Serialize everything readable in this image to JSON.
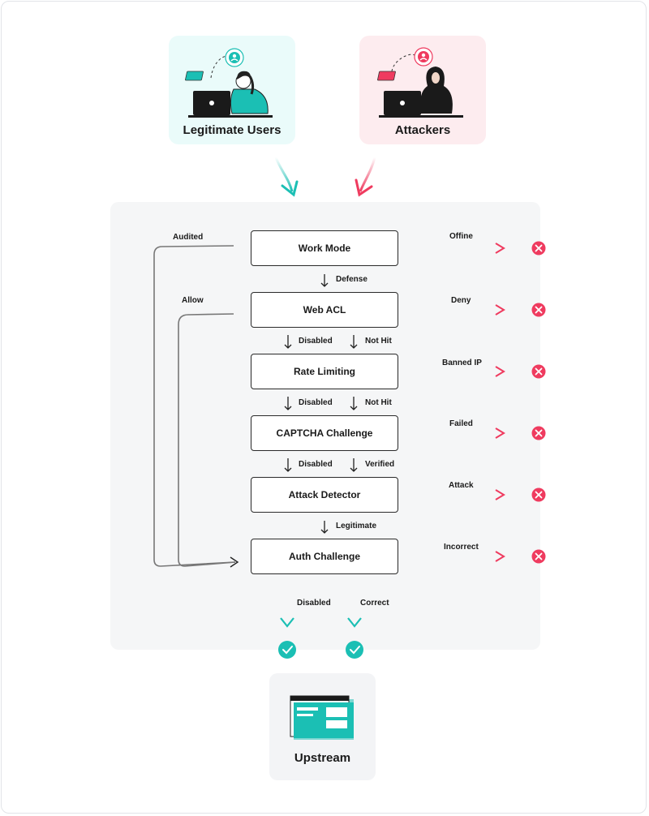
{
  "personas": {
    "legitimate": {
      "title": "Legitimate Users",
      "color": "#1bbfb4"
    },
    "attackers": {
      "title": "Attackers",
      "color": "#ef3b5f"
    }
  },
  "steps": [
    {
      "label": "Work Mode",
      "left_label": "Audited",
      "reject_label": "Offine"
    },
    {
      "label": "Web ACL",
      "left_label": "Allow",
      "reject_label": "Deny"
    },
    {
      "label": "Rate Limiting",
      "reject_label": "Banned IP"
    },
    {
      "label": "CAPTCHA Challenge",
      "reject_label": "Failed"
    },
    {
      "label": "Attack Detector",
      "reject_label": "Attack"
    },
    {
      "label": "Auth Challenge",
      "reject_label": "Incorrect"
    }
  ],
  "transitions": {
    "defense": "Defense",
    "acl_disabled": "Disabled",
    "acl_not_hit": "Not Hit",
    "rate_disabled": "Disabled",
    "rate_not_hit": "Not Hit",
    "captcha_disabled": "Disabled",
    "captcha_verified": "Verified",
    "legitimate": "Legitimate",
    "auth_disabled": "Disabled",
    "auth_correct": "Correct"
  },
  "upstream": {
    "title": "Upstream"
  },
  "colors": {
    "accent": "#1bbfb4",
    "danger": "#ef3b5f",
    "ink": "#1a1a1a"
  }
}
